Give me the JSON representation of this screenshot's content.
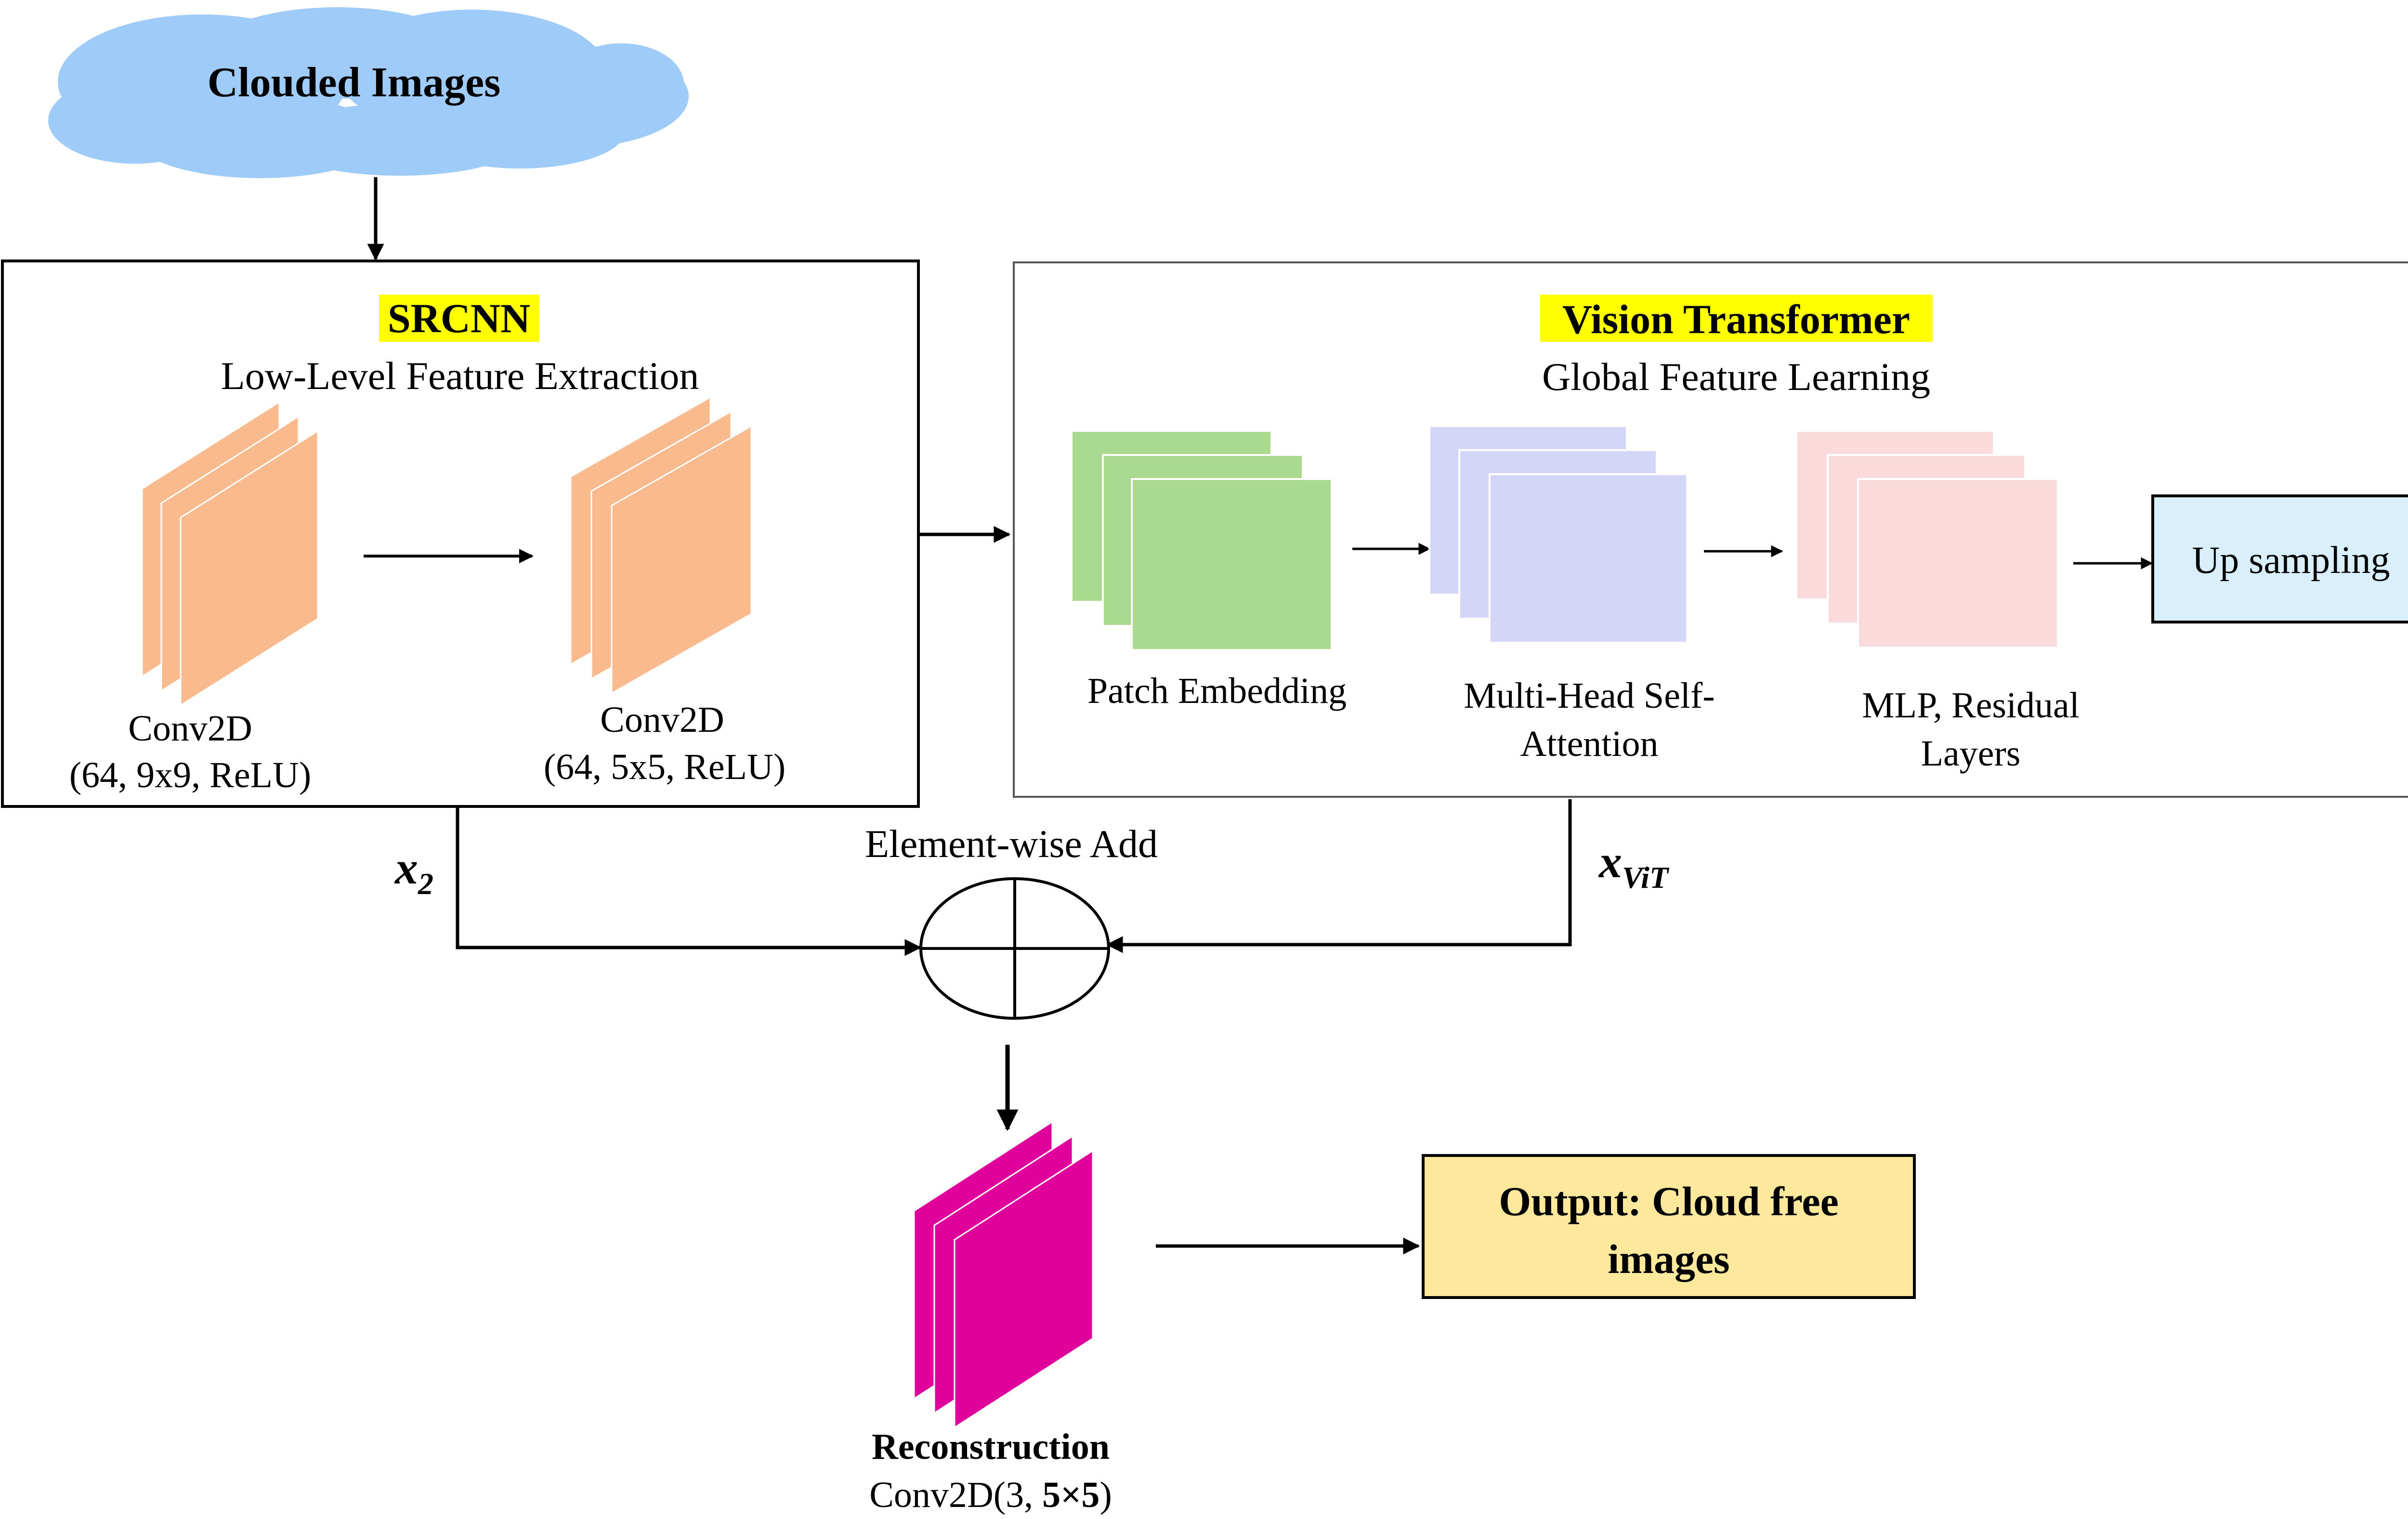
{
  "input": {
    "label": "Clouded Images",
    "color": "#9ECBF7"
  },
  "srcnn": {
    "title": "SRCNN",
    "subtitle": "Low-Level  Feature  Extraction",
    "conv1": {
      "line1": "Conv2D",
      "line2": "(64,  9x9,  ReLU)"
    },
    "conv2": {
      "line1": "Conv2D",
      "line2": "(64,  5x5,  ReLU)"
    },
    "layer_color": "#F9BB8E"
  },
  "vit": {
    "title": "Vision Transformer",
    "subtitle": "Global Feature Learning",
    "patch": {
      "label": "Patch  Embedding",
      "color": "#A9DA8F"
    },
    "attention": {
      "line1": "Multi-Head  Self-",
      "line2": "Attention",
      "color": "#D4D6F8"
    },
    "mlp": {
      "line1": "MLP,  Residual",
      "line2": "Layers",
      "color": "#FADADB"
    },
    "upsampling": {
      "label": "Up sampling",
      "color": "#D9EFFB"
    }
  },
  "highlight_color": "#FFFF00",
  "merge": {
    "label": "Element-wise Add",
    "x2": {
      "base": "x",
      "sub": "2"
    },
    "xvit": {
      "base": "x",
      "sub": "ViT"
    }
  },
  "reconstruction": {
    "title": "Reconstruction",
    "prefix": "Conv2D(3,  ",
    "kernel": "5×5",
    "suffix": ")",
    "color": "#E0009B"
  },
  "output": {
    "line1": "Output: Cloud free",
    "line2": "images",
    "color": "#FEE89B"
  }
}
